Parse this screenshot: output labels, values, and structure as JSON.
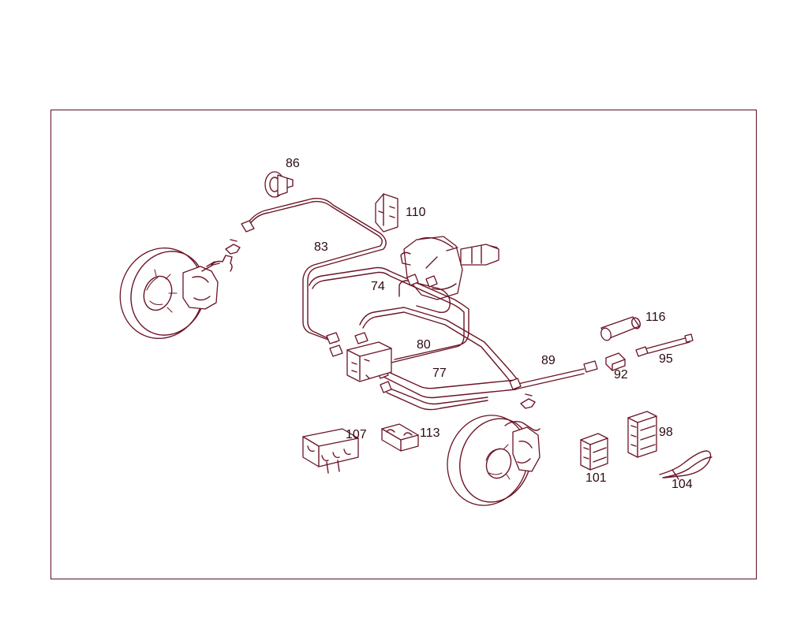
{
  "diagram": {
    "accent_color": "#6b1426",
    "callouts": [
      {
        "id": "86",
        "label": "86"
      },
      {
        "id": "110",
        "label": "110"
      },
      {
        "id": "83",
        "label": "83"
      },
      {
        "id": "74",
        "label": "74"
      },
      {
        "id": "80",
        "label": "80"
      },
      {
        "id": "77",
        "label": "77"
      },
      {
        "id": "116",
        "label": "116"
      },
      {
        "id": "89",
        "label": "89"
      },
      {
        "id": "92",
        "label": "92"
      },
      {
        "id": "95",
        "label": "95"
      },
      {
        "id": "98",
        "label": "98"
      },
      {
        "id": "107",
        "label": "107"
      },
      {
        "id": "113",
        "label": "113"
      },
      {
        "id": "101",
        "label": "101"
      },
      {
        "id": "104",
        "label": "104"
      }
    ]
  }
}
